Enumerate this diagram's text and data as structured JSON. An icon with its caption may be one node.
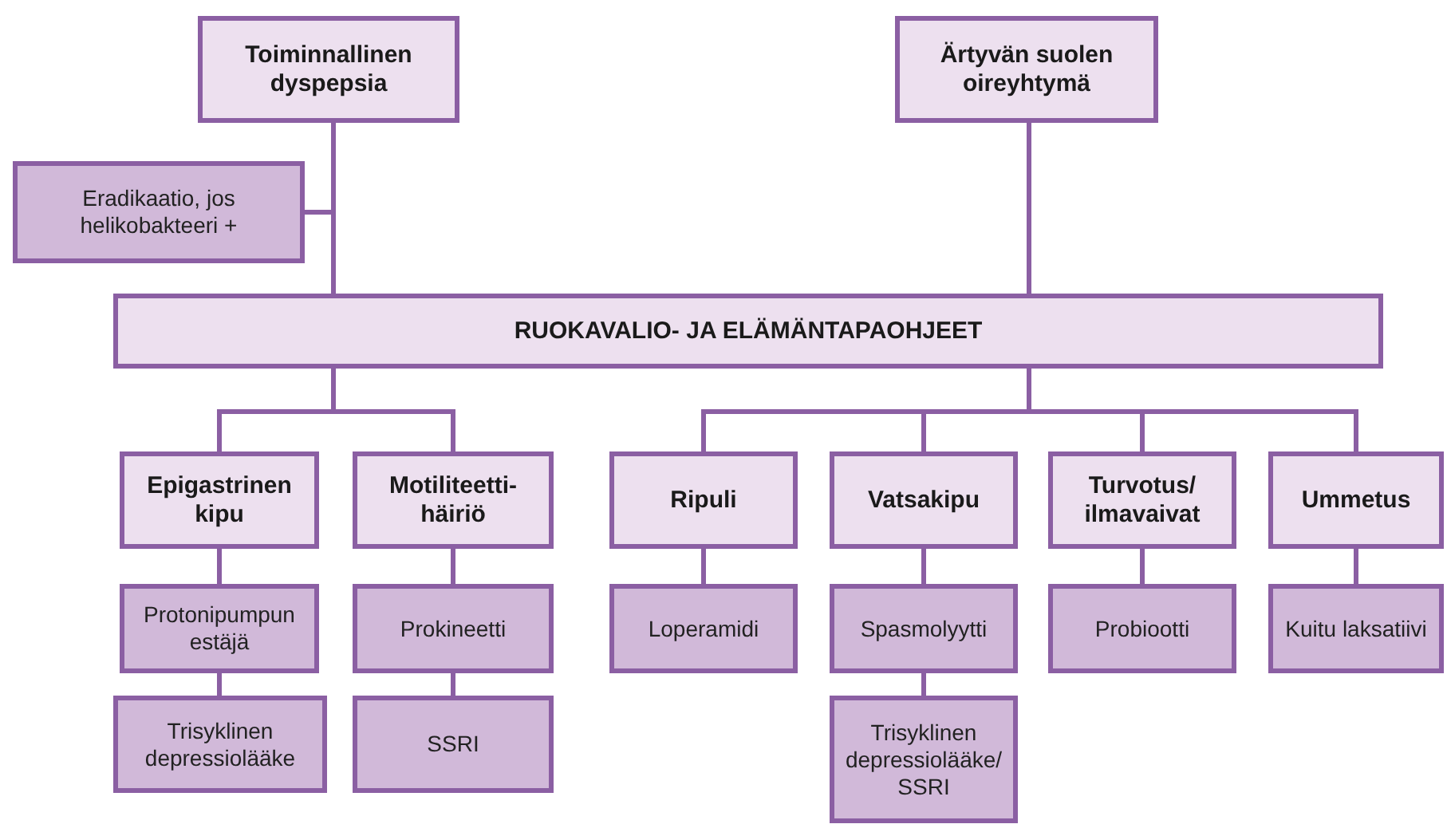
{
  "diagram": {
    "nodes": [
      {
        "text": [
          "Toiminnallinen dyspepsia"
        ]
      },
      {
        "text": [
          "Ärtyvän suolen oireyhtymä"
        ]
      },
      {
        "text": [
          "Eradikaatio, jos helikobakteeri +"
        ]
      },
      {
        "text": [
          "RUOKAVALIO- JA ELÄMÄNTAPAOHJEET"
        ]
      },
      {
        "text": [
          "Epigastrinen kipu"
        ]
      },
      {
        "text": [
          "Motiliteetti-häiriö"
        ]
      },
      {
        "text": [
          "Ripuli"
        ]
      },
      {
        "text": [
          "Vatsakipu"
        ]
      },
      {
        "text": [
          "Turvotus/ ilmavaivat"
        ]
      },
      {
        "text": [
          "Ummetus"
        ]
      },
      {
        "text": [
          "Protonipumpun estäjä"
        ]
      },
      {
        "text": [
          "Prokineetti"
        ]
      },
      {
        "text": [
          "Loperamidi"
        ]
      },
      {
        "text": [
          "Spasmolyytti"
        ]
      },
      {
        "text": [
          "Probiootti"
        ]
      },
      {
        "text": [
          "Kuitu laksatiivi"
        ]
      },
      {
        "text": [
          "Trisyklinen depressiolääke"
        ]
      },
      {
        "text": [
          "SSRI"
        ]
      },
      {
        "text": [
          "Trisyklinen depressiolääke/ SSRI"
        ]
      }
    ],
    "edges": [
      {
        "from": 0,
        "to": 3,
        "arrow": "none"
      },
      {
        "from": 0,
        "to": 2,
        "arrow": "none"
      },
      {
        "from": 1,
        "to": 3,
        "arrow": "none"
      },
      {
        "from": 3,
        "to": 4,
        "arrow": "none"
      },
      {
        "from": 3,
        "to": 5,
        "arrow": "none"
      },
      {
        "from": 3,
        "to": 6,
        "arrow": "none"
      },
      {
        "from": 3,
        "to": 7,
        "arrow": "none"
      },
      {
        "from": 3,
        "to": 8,
        "arrow": "none"
      },
      {
        "from": 3,
        "to": 9,
        "arrow": "none"
      },
      {
        "from": 4,
        "to": 10,
        "arrow": "none"
      },
      {
        "from": 10,
        "to": 16,
        "arrow": "none"
      },
      {
        "from": 5,
        "to": 11,
        "arrow": "none"
      },
      {
        "from": 11,
        "to": 17,
        "arrow": "none"
      },
      {
        "from": 6,
        "to": 12,
        "arrow": "none"
      },
      {
        "from": 7,
        "to": 13,
        "arrow": "none"
      },
      {
        "from": 13,
        "to": 18,
        "arrow": "none"
      },
      {
        "from": 8,
        "to": 14,
        "arrow": "none"
      },
      {
        "from": 9,
        "to": 15,
        "arrow": "none"
      }
    ]
  }
}
